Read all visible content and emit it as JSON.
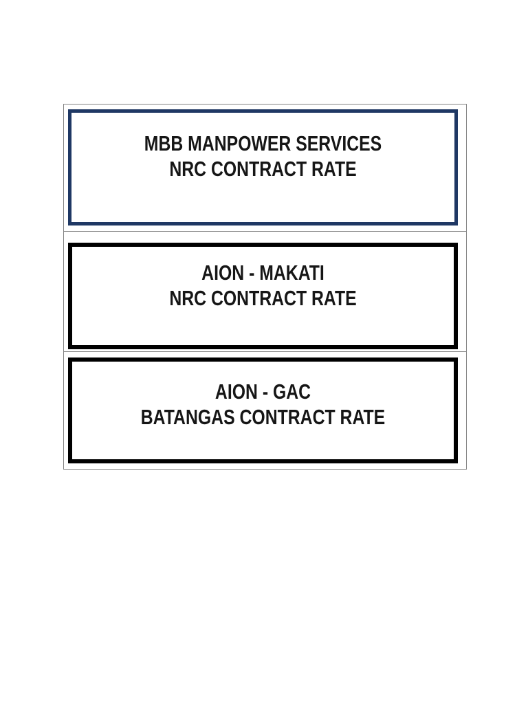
{
  "document": {
    "cards": [
      {
        "name": "mbb-manpower-nrc",
        "border_style": "navy",
        "lines": [
          "MBB MANPOWER SERVICES",
          "NRC CONTRACT RATE"
        ]
      },
      {
        "name": "aion-makati-nrc",
        "border_style": "black",
        "lines": [
          "AION - MAKATI",
          "NRC CONTRACT RATE"
        ]
      },
      {
        "name": "aion-gac-batangas",
        "border_style": "black",
        "lines": [
          "AION - GAC",
          "BATANGAS CONTRACT RATE"
        ]
      }
    ]
  },
  "colors": {
    "page_background": "#FFFFFF",
    "cell_border": "#838383",
    "navy_border": "#1F3864",
    "black_border": "#000000",
    "text": "#161616"
  }
}
